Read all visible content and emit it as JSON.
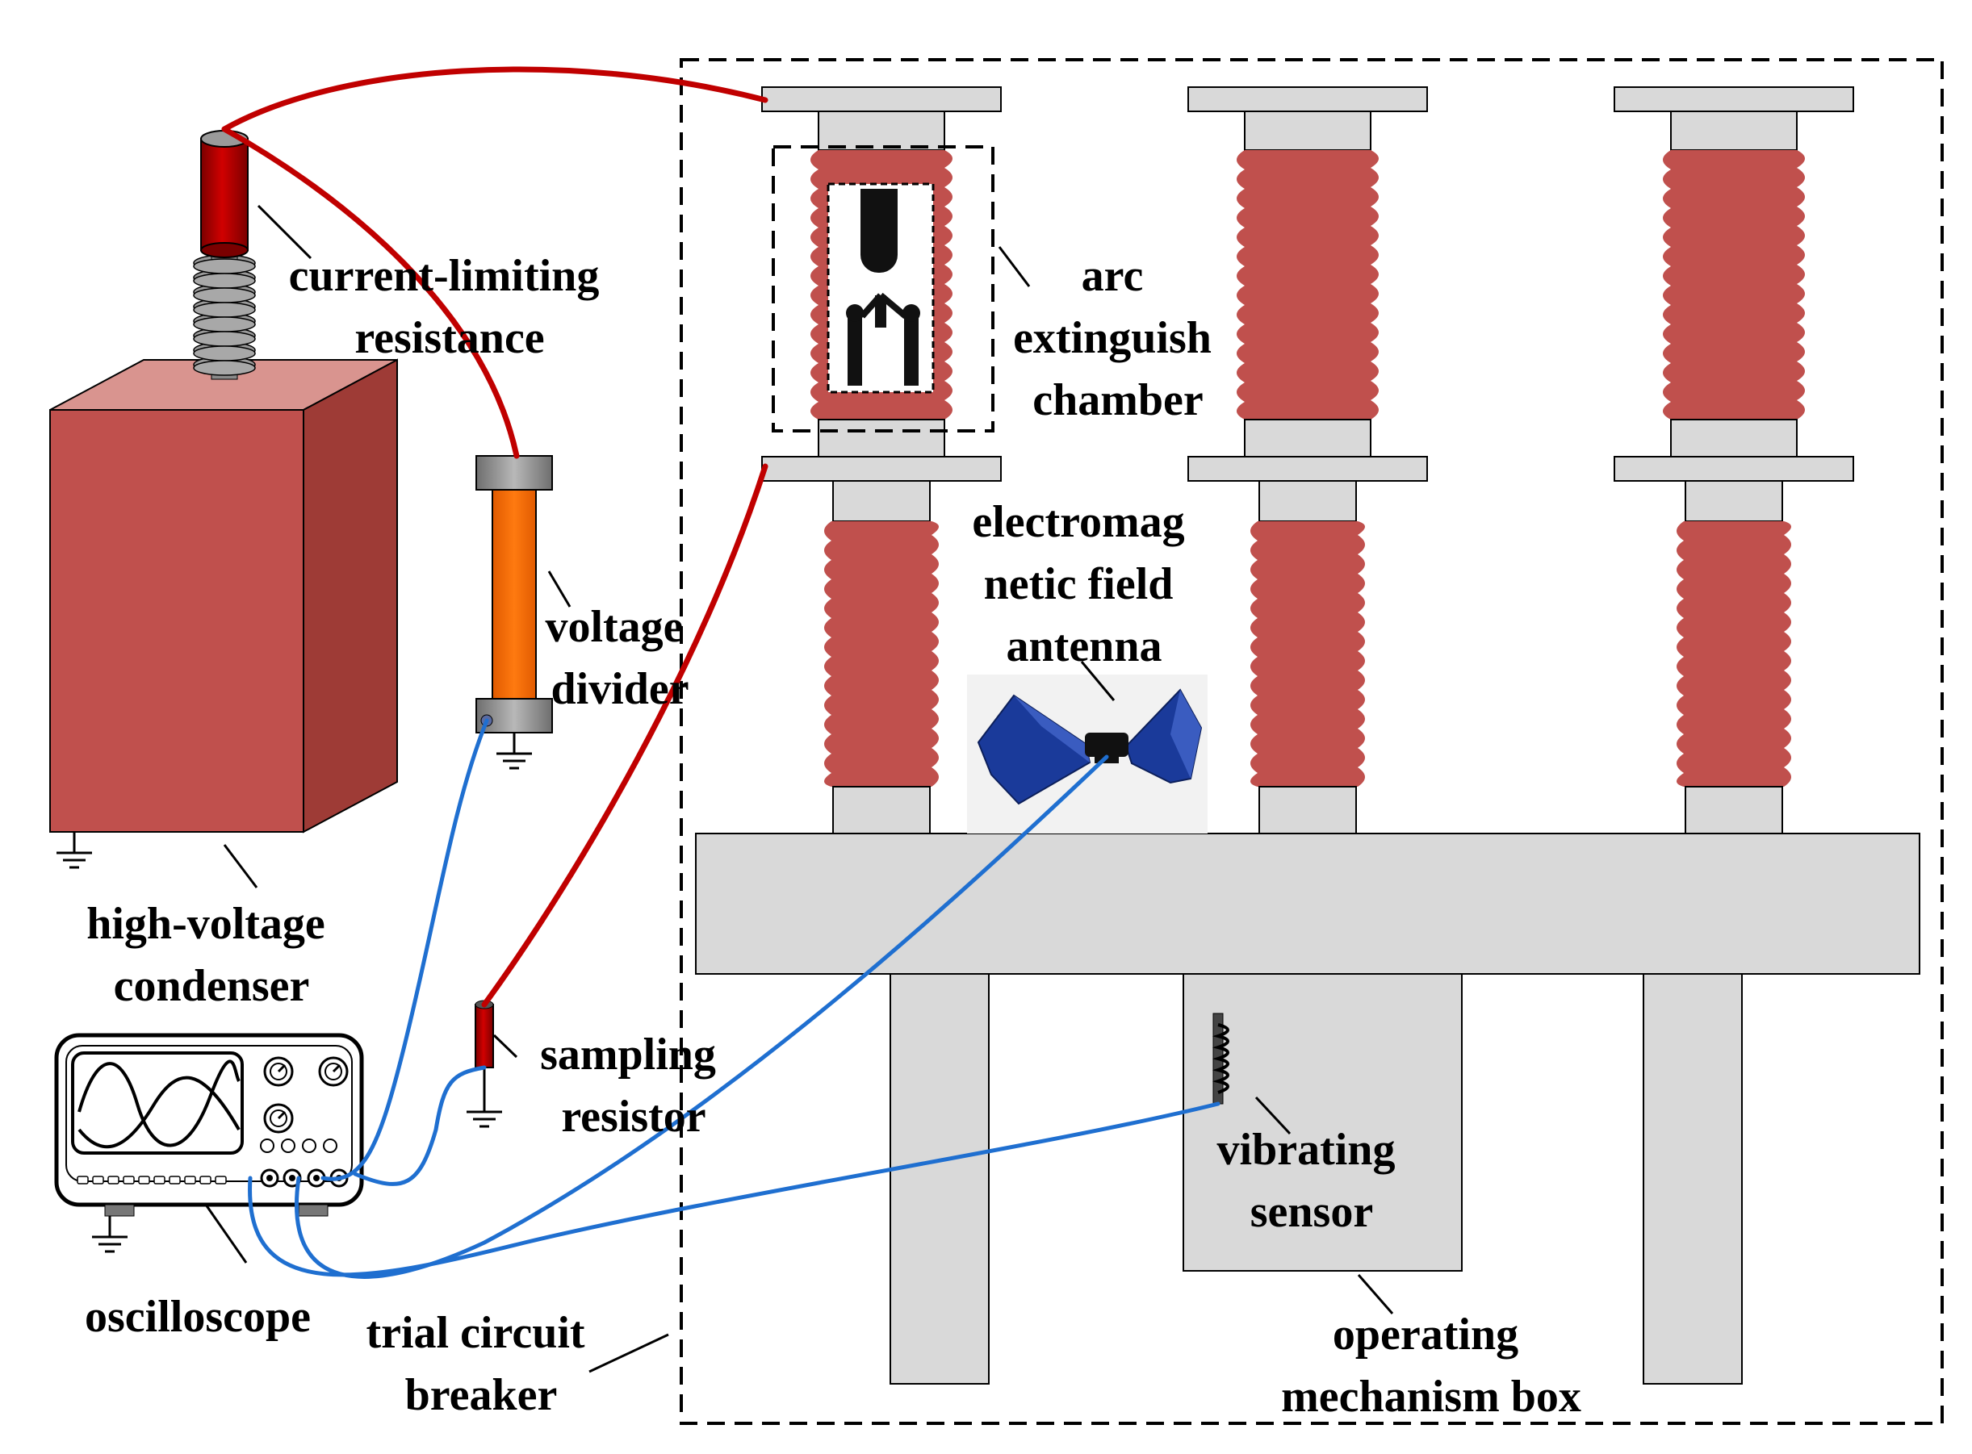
{
  "labels": {
    "current_limiting": [
      "current-limiting",
      "resistance"
    ],
    "high_voltage_condenser": [
      "high-voltage",
      "condenser"
    ],
    "voltage_divider": [
      "voltage",
      "divider"
    ],
    "arc_chamber": [
      "arc",
      "extinguish",
      "chamber"
    ],
    "em_antenna": [
      "electromag",
      "netic field",
      "antenna"
    ],
    "sampling_resistor": [
      "sampling",
      "resistor"
    ],
    "vibrating_sensor": [
      "vibrating",
      "sensor"
    ],
    "oscilloscope": [
      "oscilloscope"
    ],
    "trial_breaker": [
      "trial circuit",
      "breaker"
    ],
    "operating_box": [
      "operating",
      "mechanism box"
    ]
  },
  "colors": {
    "hv_wire": "#c00000",
    "signal_wire": "#1f6fd0",
    "insulator": "#c0504d",
    "condenser_front": "#c0504d",
    "condenser_top": "#d9948f",
    "condenser_side": "#9e3b36",
    "metal": "#d9d9d9",
    "divider_body": "#ff6a00",
    "antenna": "#1a3a9a"
  }
}
